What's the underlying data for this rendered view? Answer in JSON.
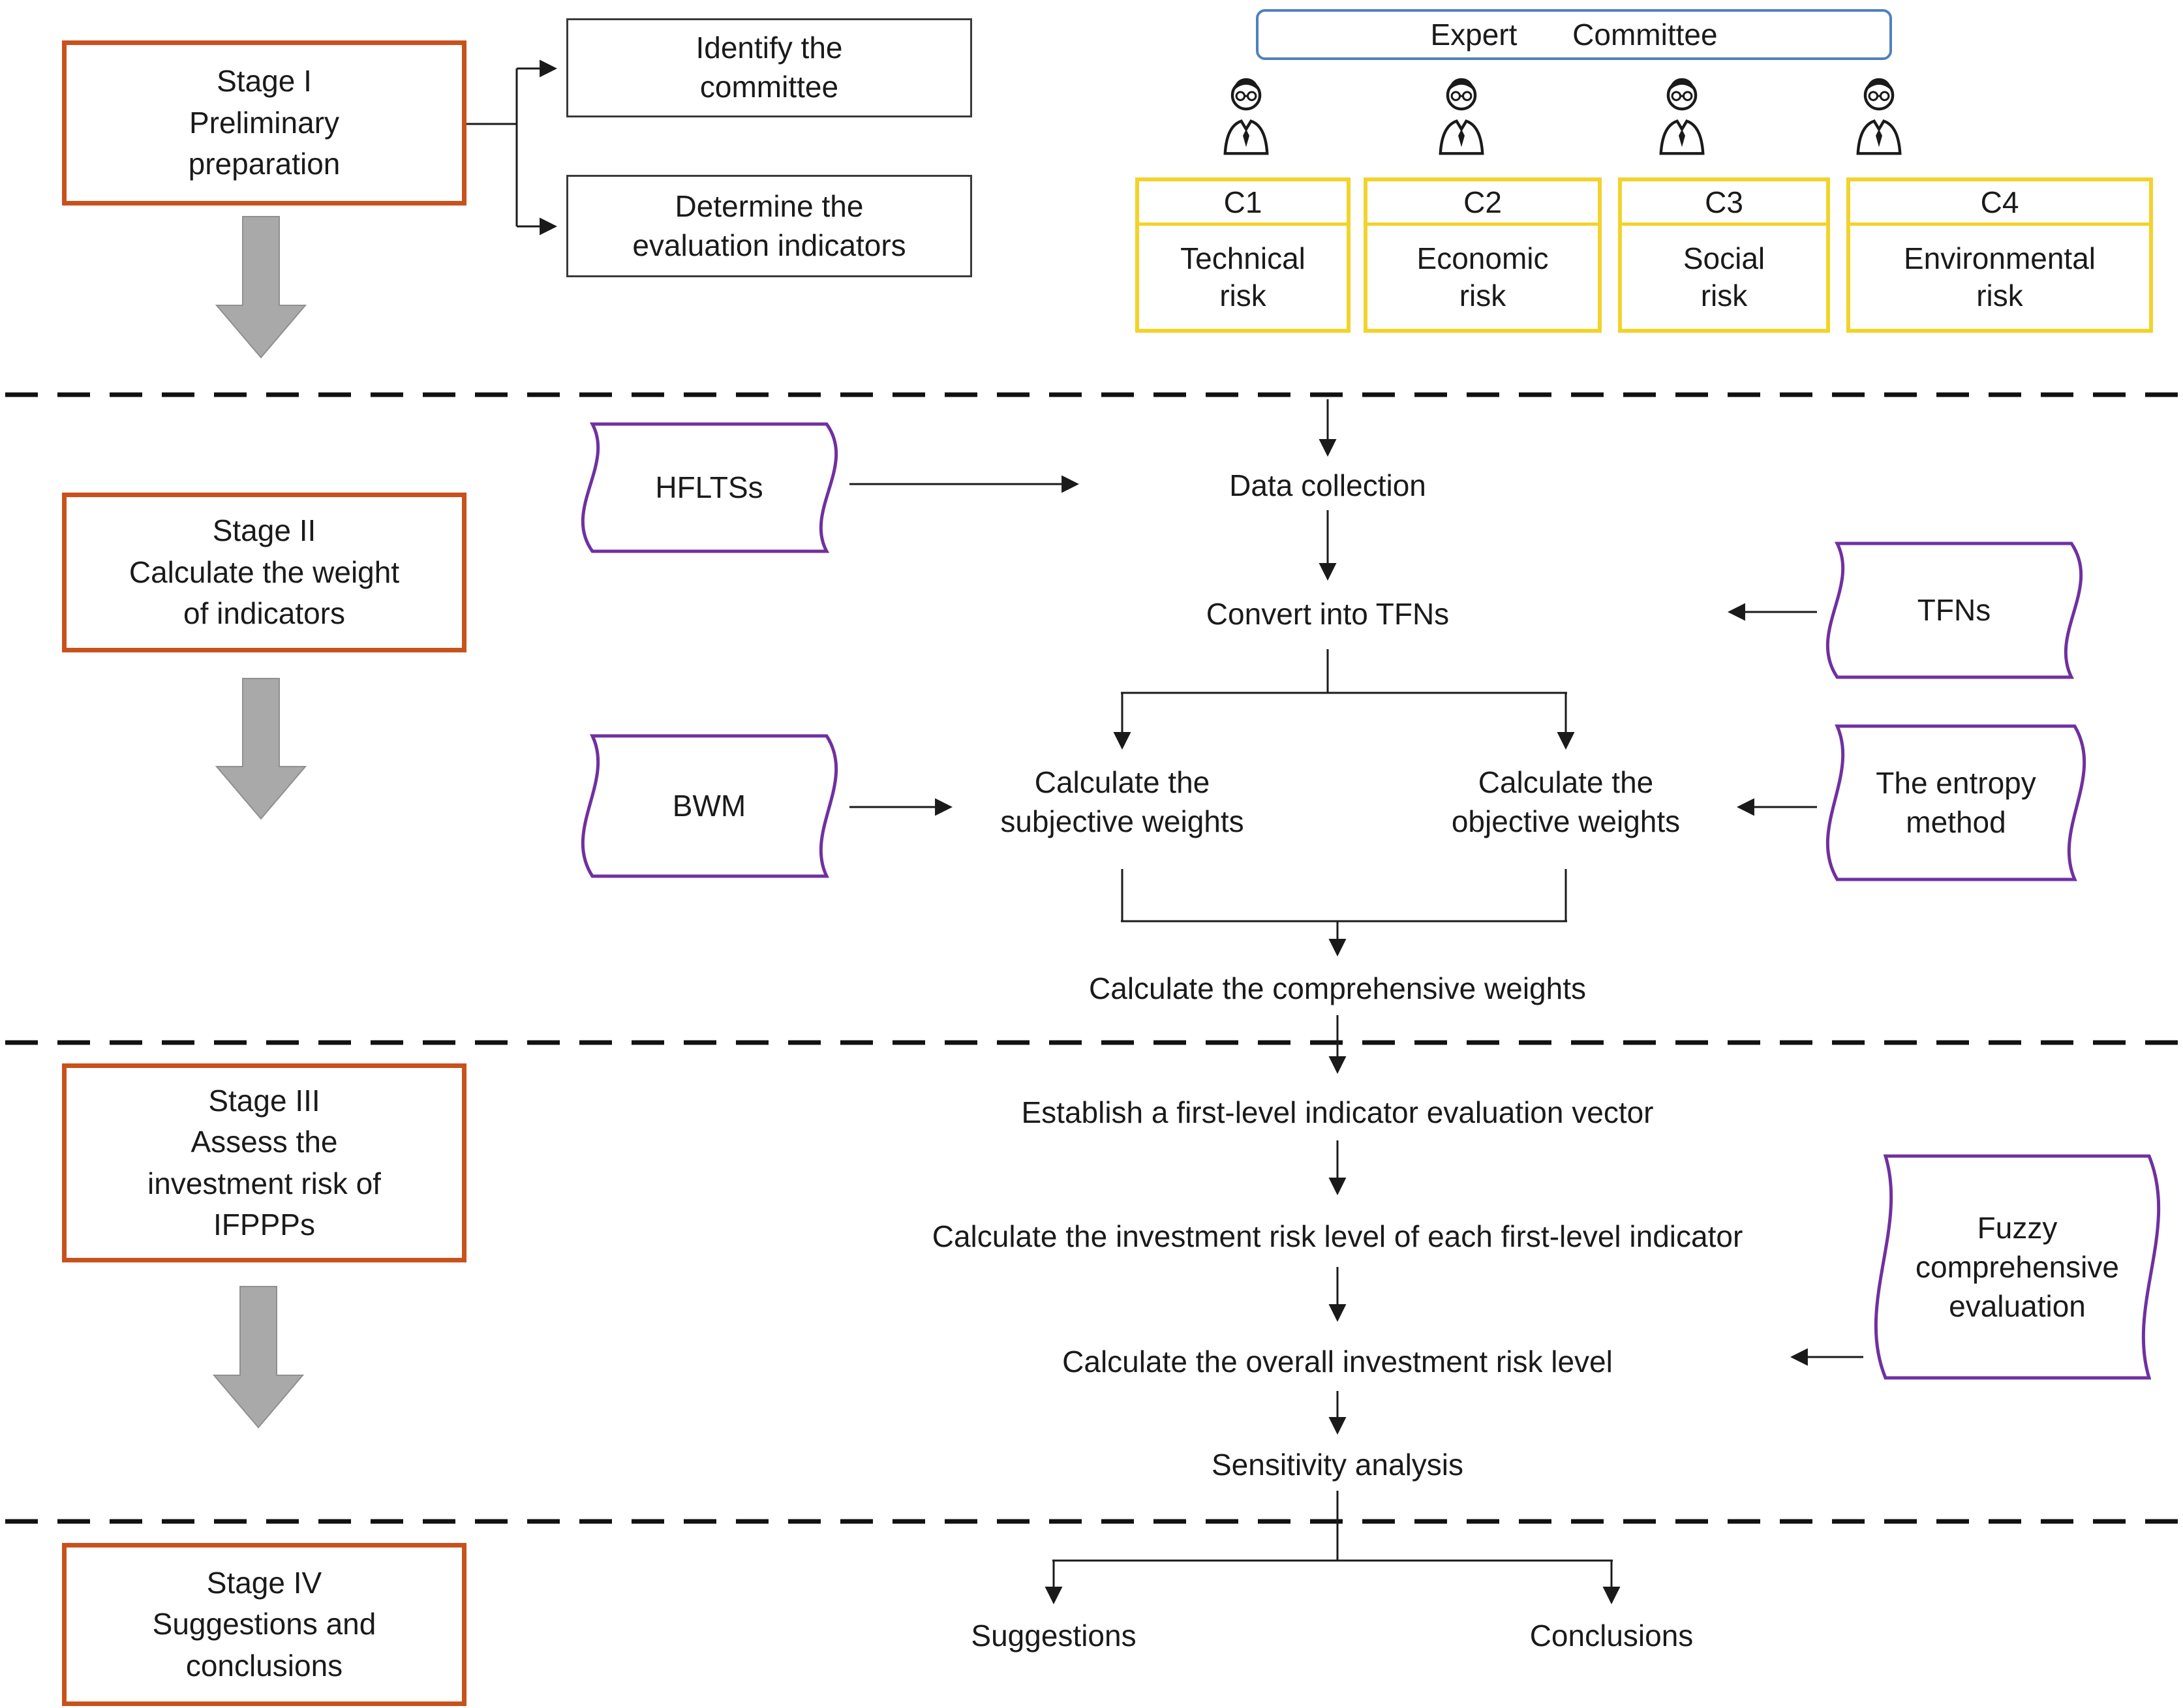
{
  "stage1": {
    "label": "Stage I\nPreliminary\npreparation",
    "identify_box": "Identify the\ncommittee",
    "determine_box": "Determine the\nevaluation indicators"
  },
  "committee": {
    "title": "Expert Committee",
    "members": [
      {
        "code": "C1",
        "risk": "Technical\nrisk"
      },
      {
        "code": "C2",
        "risk": "Economic\nrisk"
      },
      {
        "code": "C3",
        "risk": "Social\nrisk"
      },
      {
        "code": "C4",
        "risk": "Environmental\nrisk"
      }
    ]
  },
  "stage2": {
    "label": "Stage II\nCalculate the weight\nof indicators",
    "hfltss_label": "HFLTSs",
    "data_collection": "Data collection",
    "convert_tfns": "Convert into TFNs",
    "tfns_label": "TFNs",
    "bwm_label": "BWM",
    "subjective_weights": "Calculate the\nsubjective weights",
    "objective_weights": "Calculate the\nobjective weights",
    "entropy_label": "The entropy\nmethod",
    "comprehensive_weights": "Calculate the comprehensive weights"
  },
  "stage3": {
    "label": "Stage III\nAssess the\ninvestment risk of\nIFPPPs",
    "establish_vector": "Establish a first-level indicator evaluation vector",
    "first_level_risk": "Calculate the investment risk level of each first-level indicator",
    "fuzzy_label": "Fuzzy\ncomprehensive\nevaluation",
    "overall_risk": "Calculate the overall investment risk level",
    "sensitivity": "Sensitivity analysis"
  },
  "stage4": {
    "label": "Stage IV\nSuggestions and\nconclusions",
    "suggestions": "Suggestions",
    "conclusions": "Conclusions"
  },
  "colors": {
    "stage_border": "#c9511c",
    "committee_border": "#4f81bd",
    "risk_border": "#f2d32b",
    "note_border": "#7030a0",
    "flow_arrow_gray": "#a9a9a9"
  }
}
